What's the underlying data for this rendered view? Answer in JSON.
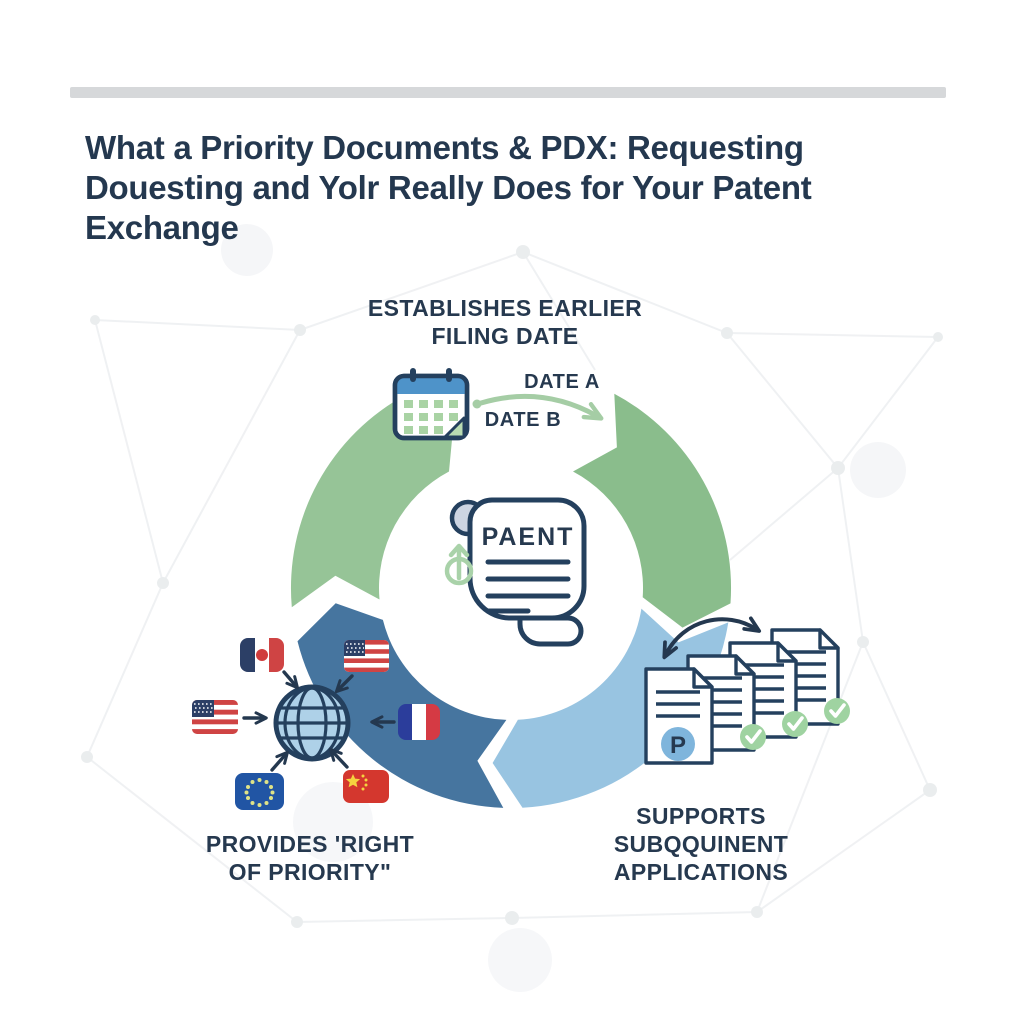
{
  "title": {
    "line1": "What a Priority Documents & PDX: Requesting",
    "line2": "Douesting and Yolr Really Does for Your Patent",
    "line3": "Exchange"
  },
  "labels": {
    "top": {
      "line1": "ESTABLISHES EARLIER",
      "line2": "FILING DATE"
    },
    "date_a": "DATE A",
    "date_b": "DATE B",
    "center_scroll": "PAENT",
    "left": {
      "line1": "PROVIDES 'RIGHT",
      "line2": "OF PRIORITY\""
    },
    "right": {
      "line1": "SUPPORTS",
      "line2": "SUBQQUINENT",
      "line3": "APPLICATIONS"
    },
    "doc_badge": "P"
  },
  "icons": {
    "calendar": "calendar-icon",
    "patent_scroll": "patent-scroll-icon",
    "globe": "globe-icon",
    "flag_canada": "canada-flag-icon",
    "flag_usa_top": "usa-flag-icon",
    "flag_usa_left": "usa-flag-icon",
    "flag_france": "france-flag-icon",
    "flag_eu": "eu-flag-icon",
    "flag_china": "china-flag-icon",
    "document_stack": "document-stack-icon",
    "check": "check-icon",
    "exchange_arrow": "exchange-double-arrow-icon",
    "date_arrow": "date-curve-arrow-icon",
    "priority_up": "priority-up-arrow-icon"
  },
  "colors": {
    "navy_text": "#24384f",
    "navy_outline": "#24405e",
    "ring_green_top": "#96c497",
    "ring_green_right": "#8abd8c",
    "ring_light_blue": "#98c4e1",
    "ring_dark_blue": "#46759f",
    "date_arrow_green": "#a5cda5",
    "calendar_header_blue": "#4e93c9",
    "calendar_grid_green": "#a9d3a4",
    "calendar_fold_green": "#b9dcb2",
    "globe_fill_blue": "#aed1e8",
    "check_green": "#9fd3a1",
    "p_badge_blue": "#7fb5dc",
    "scroll_curl_gray": "#cdd5e2",
    "flag_red": "#cf4444",
    "flag_navy": "#2c3f66",
    "france_blue": "#2b3d9b",
    "eu_blue": "#2155a4",
    "eu_star_yellow": "#dfe387",
    "china_red": "#d4372e",
    "china_star_yellow": "#f5d33f",
    "topbar_gray": "#d6d8da",
    "background_pattern_gray": "#edeff1",
    "white": "#ffffff"
  }
}
